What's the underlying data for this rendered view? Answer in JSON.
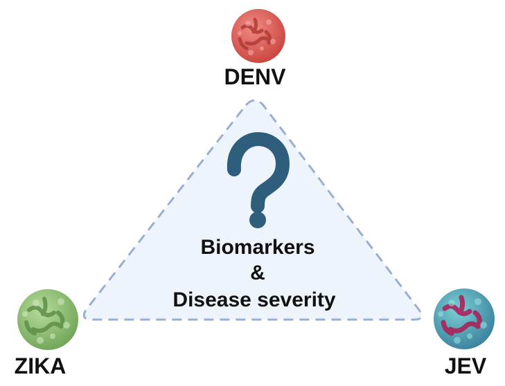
{
  "viruses": {
    "top": {
      "label": "DENV",
      "color": "#d9534f",
      "icon": "virus-particle-icon"
    },
    "bottom_left": {
      "label": "ZIKA",
      "color": "#7fb069",
      "icon": "virus-particle-icon"
    },
    "bottom_right": {
      "label": "JEV",
      "color": "#4aa3a8",
      "accent": "#a8245a",
      "icon": "virus-particle-icon"
    }
  },
  "center": {
    "symbol": "?",
    "line1": "Biomarkers",
    "line2": "&",
    "line3": "Disease severity"
  },
  "colors": {
    "triangle_fill": "#eef4fb",
    "triangle_stroke": "#9aafd0",
    "question_mark": "#2f5d7c"
  }
}
